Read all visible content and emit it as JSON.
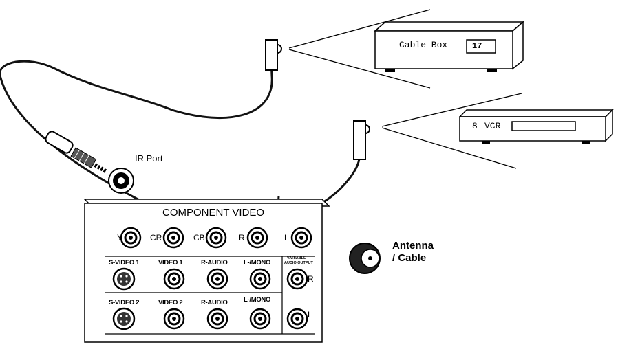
{
  "devices": {
    "cable_box": {
      "label": "Cable Box",
      "channel": "17"
    },
    "vcr": {
      "channel": "8",
      "label": "VCR"
    }
  },
  "ir_port": {
    "label": "IR Port"
  },
  "antenna": {
    "line1": "Antenna",
    "line2": "/ Cable"
  },
  "panel": {
    "title": "COMPONENT VIDEO",
    "component_jacks": [
      "Y",
      "CR",
      "CB",
      "R",
      "L"
    ],
    "row1_labels": [
      "S-VIDEO 1",
      "VIDEO 1",
      "R-AUDIO",
      "L-/MONO"
    ],
    "row2_labels": [
      "S-VIDEO 2",
      "VIDEO 2",
      "R-AUDIO",
      "L-/MONO"
    ],
    "variable_audio": {
      "line1": "VARIABLE",
      "line2": "AUDIO OUTPUT",
      "right": "R",
      "left": "L"
    }
  }
}
